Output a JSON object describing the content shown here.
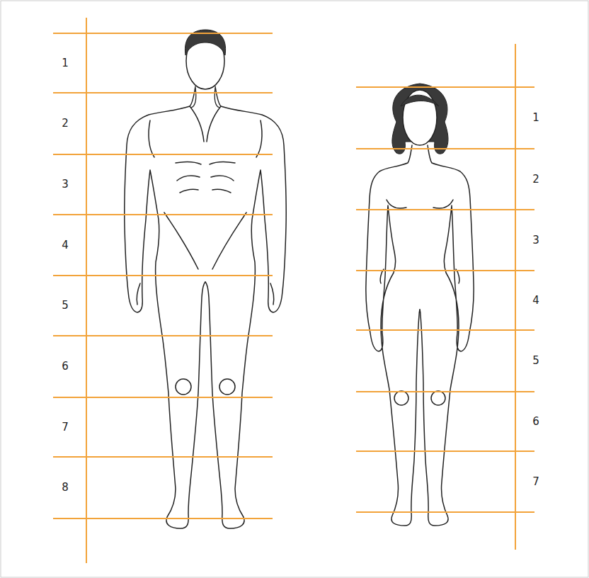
{
  "diagram": {
    "labels": [
      "1",
      "2",
      "3",
      "4",
      "5",
      "6",
      "7",
      "8",
      "1",
      "2",
      "3",
      "4",
      "5",
      "6",
      "7"
    ]
  }
}
